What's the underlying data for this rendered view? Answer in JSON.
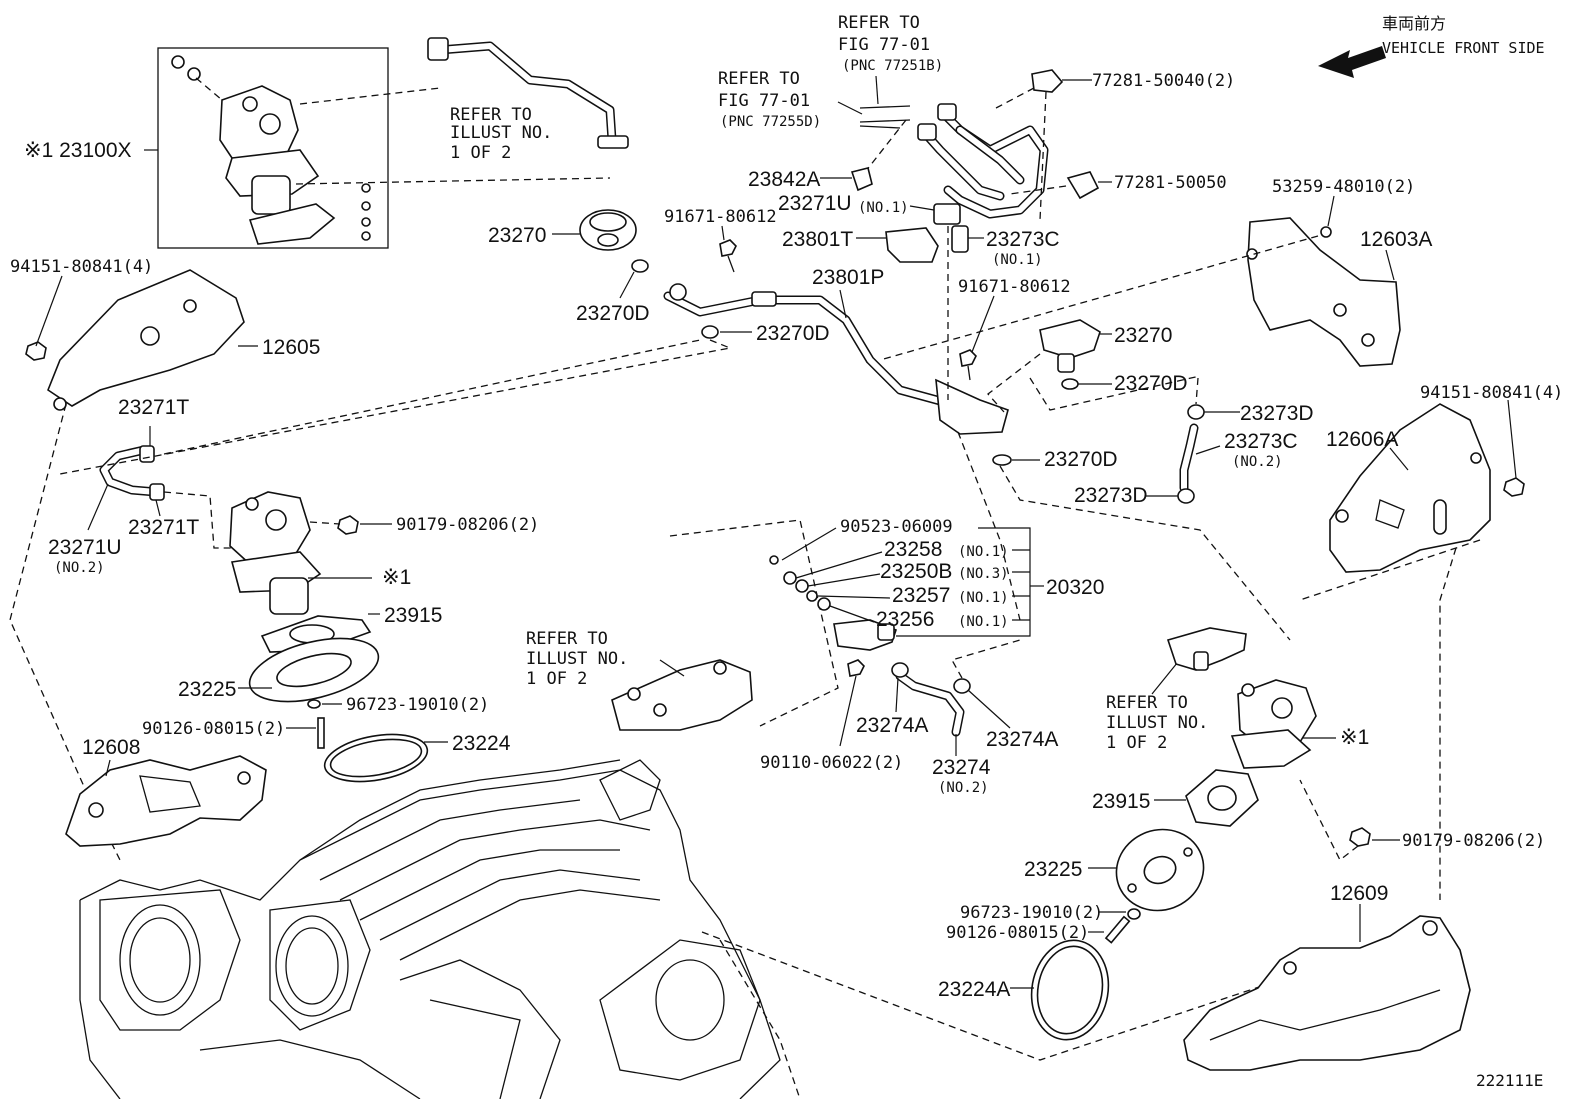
{
  "header": {
    "jp_title": "車両前方",
    "front_side": "VEHICLE FRONT SIDE",
    "drawing_number": "222111E"
  },
  "refers": {
    "fig_a": {
      "l1": "REFER TO",
      "l2": "FIG 77-01",
      "l3": "(PNC 77251B)"
    },
    "fig_b": {
      "l1": "REFER TO",
      "l2": "FIG 77-01",
      "l3": "(PNC 77255D)"
    },
    "illust_top": {
      "l1": "REFER TO",
      "l2": "ILLUST NO.",
      "l3": "1 OF 2"
    },
    "illust_mid": {
      "l1": "REFER TO",
      "l2": "ILLUST NO.",
      "l3": "1 OF 2"
    },
    "illust_right": {
      "l1": "REFER TO",
      "l2": "ILLUST NO.",
      "l3": "1 OF 2"
    }
  },
  "labels": {
    "p23100x": "※1 23100X",
    "p77281_50040": "77281-50040(2)",
    "p23842a": "23842A",
    "p77281_50050": "77281-50050",
    "p23271u_no1": "23271U",
    "p23271u_no1_q": "(NO.1)",
    "p53259": "53259-48010(2)",
    "p91671_a": "91671-80612",
    "p23270": "23270",
    "p23801t": "23801T",
    "p23273c": "23273C",
    "p23273c_q": "(NO.1)",
    "p12603a": "12603A",
    "p94151_left": "94151-80841(4)",
    "p23801p": "23801P",
    "p91671_b": "91671-80612",
    "p23270d_a": "23270D",
    "p23270d_b": "23270D",
    "p12605": "12605",
    "p23270_r": "23270",
    "p23270d_r": "23270D",
    "p94151_right": "94151-80841(4)",
    "p23271t_a": "23271T",
    "p23273d_a": "23273D",
    "p23273c_b": "23273C",
    "p23273c_b_q": "(NO.2)",
    "p12606a": "12606A",
    "p23270d_c": "23270D",
    "p23271t_b": "23271T",
    "p23271u_no2": "23271U",
    "p23271u_no2_q": "(NO.2)",
    "p23273d_b": "23273D",
    "p90179_a": "90179-08206(2)",
    "p90523": "90523-06009",
    "p23258": "23258",
    "p23258_q": "(NO.1)",
    "p23250b": "23250B",
    "p23250b_q": "(NO.3)",
    "p20320": "20320",
    "p23257": "23257",
    "p23257_q": "(NO.1)",
    "p23256": "23256",
    "p23256_q": "(NO.1)",
    "p_note1": "※1",
    "p23915": "23915",
    "p23225": "23225",
    "p96723_a": "96723-19010(2)",
    "p90126_a": "90126-08015(2)",
    "p23224": "23224",
    "p12608": "12608",
    "p23274a_a": "23274A",
    "p23274a_b": "23274A",
    "p90110": "90110-06022(2)",
    "p23274": "23274",
    "p23274_q": "(NO.2)",
    "p_note1_r": "※1",
    "p23915_r": "23915",
    "p90179_b": "90179-08206(2)",
    "p23225_r": "23225",
    "p12609": "12609",
    "p96723_b": "96723-19010(2)",
    "p90126_b": "90126-08015(2)",
    "p23224a": "23224A"
  }
}
